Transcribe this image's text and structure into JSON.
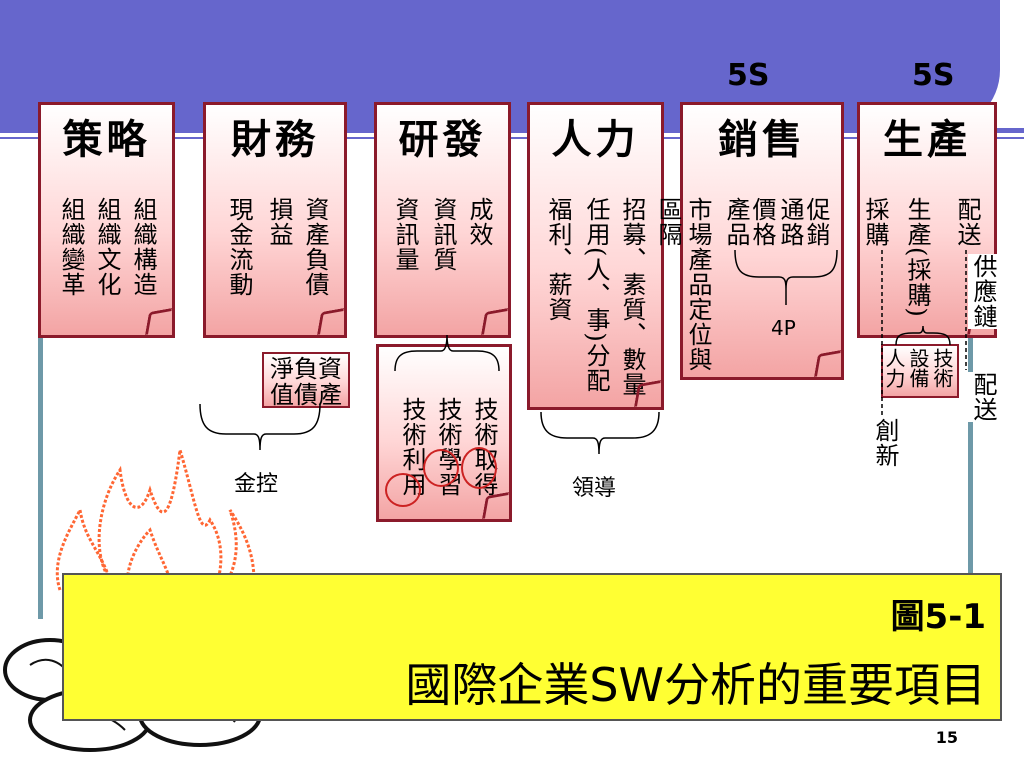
{
  "headers": {
    "label_5s_a": "5S",
    "label_5s_b": "5S"
  },
  "cards": {
    "strategy": {
      "title": "策略",
      "items": [
        "組織構造",
        "組織文化",
        "組織變革"
      ]
    },
    "finance": {
      "title": "財務",
      "items": [
        "資產負債",
        "損益",
        "現金流動"
      ]
    },
    "rnd": {
      "title": "研發",
      "items": [
        "成效",
        "資訊質",
        "資訊量"
      ]
    },
    "hr": {
      "title": "人力",
      "items": [
        "招募、素質、數量",
        "任用(人、事)分配",
        "福利、薪資"
      ]
    },
    "sales": {
      "title": "銷售",
      "items": [
        "促銷",
        "通路",
        "價格",
        "產品",
        "市場產品定位與區隔"
      ]
    },
    "production": {
      "title": "生產",
      "items": [
        "配送",
        "供應鏈",
        "配送",
        "生產(採購)",
        "採購"
      ]
    }
  },
  "sub_boxes": {
    "net_assets": [
      "淨負資",
      "值債產"
    ],
    "tech": [
      "技術取得",
      "技術學習",
      "技術利用"
    ],
    "prod_sub": [
      "技術",
      "設備",
      "人力"
    ]
  },
  "annotations": {
    "holding": "金控",
    "leadership": "領導",
    "fourp": "4P",
    "innovation": "創新"
  },
  "caption": {
    "fig": "圖5-1",
    "title": "國際企業SW分析的重要項目"
  },
  "page_number": "15",
  "colors": {
    "band": "#6666cc",
    "card_border": "#8b1a2b",
    "caption_bg": "#ffff33",
    "circle": "#cc2222"
  }
}
